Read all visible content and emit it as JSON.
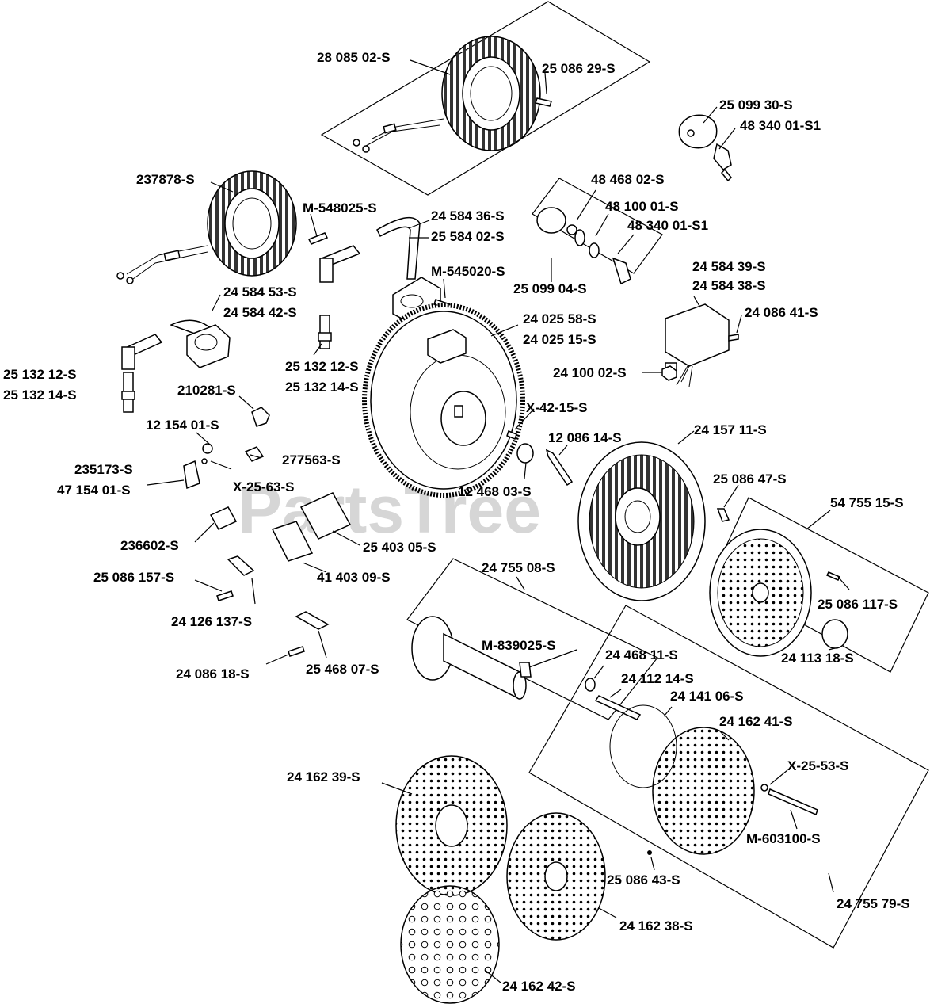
{
  "watermark": "PartsTree",
  "labels": {
    "l01": "28 085 02-S",
    "l02": "25 086 29-S",
    "l03": "25 099 30-S",
    "l04": "48 340 01-S1",
    "l05": "237878-S",
    "l06": "M-548025-S",
    "l07": "24 584 36-S",
    "l08": "25 584 02-S",
    "l09": "48 468 02-S",
    "l10": "48 100 01-S",
    "l11": "48 340 01-S1",
    "l12": "M-545020-S",
    "l13": "25 099 04-S",
    "l14": "24 584 39-S",
    "l15": "24 584 38-S",
    "l16": "24 086 41-S",
    "l17": "24 584 53-S",
    "l18": "24 584 42-S",
    "l19": "24 025 58-S",
    "l20": "24 025 15-S",
    "l21": "25 132 12-S",
    "l22": "25 132 14-S",
    "l23": "25 132 12-S",
    "l24": "25 132 14-S",
    "l25": "24 100 02-S",
    "l26": "210281-S",
    "l27": "X-42-15-S",
    "l28": "12 154 01-S",
    "l29": "12 086 14-S",
    "l30": "24 157 11-S",
    "l31": "235173-S",
    "l32": "277563-S",
    "l33": "47 154 01-S",
    "l34": "X-25-63-S",
    "l35": "12 468 03-S",
    "l36": "25 086 47-S",
    "l37": "54 755 15-S",
    "l38": "236602-S",
    "l39": "25 403 05-S",
    "l40": "41 403 09-S",
    "l41": "24 755 08-S",
    "l42": "25 086 157-S",
    "l43": "25 086 117-S",
    "l44": "24 126 137-S",
    "l45": "M-839025-S",
    "l46": "24 468 11-S",
    "l47": "24 113 18-S",
    "l48": "24 086 18-S",
    "l49": "25 468 07-S",
    "l50": "24 112 14-S",
    "l51": "24 141 06-S",
    "l52": "24 162 41-S",
    "l53": "24 162 39-S",
    "l54": "X-25-53-S",
    "l55": "M-603100-S",
    "l56": "25 086 43-S",
    "l57": "24 755 79-S",
    "l58": "24 162 38-S",
    "l59": "24 162 42-S"
  }
}
